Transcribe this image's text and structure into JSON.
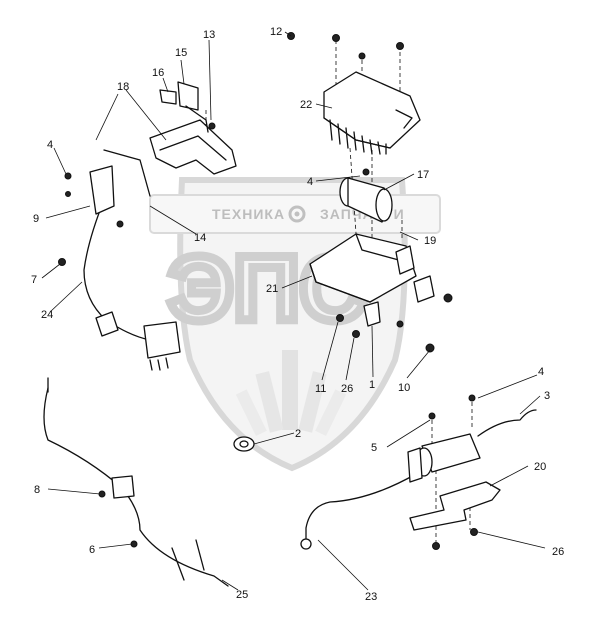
{
  "watermark": {
    "text_left": "ТЕХНИКА",
    "text_right": "ЗАПЧАСТИ",
    "logo_text": "ЭПС",
    "gear_icon": "gear-icon"
  },
  "callouts": [
    {
      "id": "c1",
      "label": "1"
    },
    {
      "id": "c2",
      "label": "2"
    },
    {
      "id": "c3",
      "label": "3"
    },
    {
      "id": "c4a",
      "label": "4"
    },
    {
      "id": "c4b",
      "label": "4"
    },
    {
      "id": "c4c",
      "label": "4"
    },
    {
      "id": "c5",
      "label": "5"
    },
    {
      "id": "c6",
      "label": "6"
    },
    {
      "id": "c7",
      "label": "7"
    },
    {
      "id": "c8",
      "label": "8"
    },
    {
      "id": "c9",
      "label": "9"
    },
    {
      "id": "c10",
      "label": "10"
    },
    {
      "id": "c11",
      "label": "11"
    },
    {
      "id": "c12",
      "label": "12"
    },
    {
      "id": "c13",
      "label": "13"
    },
    {
      "id": "c14",
      "label": "14"
    },
    {
      "id": "c15",
      "label": "15"
    },
    {
      "id": "c16",
      "label": "16"
    },
    {
      "id": "c17",
      "label": "17"
    },
    {
      "id": "c18",
      "label": "18"
    },
    {
      "id": "c19",
      "label": "19"
    },
    {
      "id": "c20",
      "label": "20"
    },
    {
      "id": "c21",
      "label": "21"
    },
    {
      "id": "c22",
      "label": "22"
    },
    {
      "id": "c23",
      "label": "23"
    },
    {
      "id": "c24",
      "label": "24"
    },
    {
      "id": "c25",
      "label": "25"
    },
    {
      "id": "c26a",
      "label": "26"
    },
    {
      "id": "c26b",
      "label": "26"
    }
  ]
}
